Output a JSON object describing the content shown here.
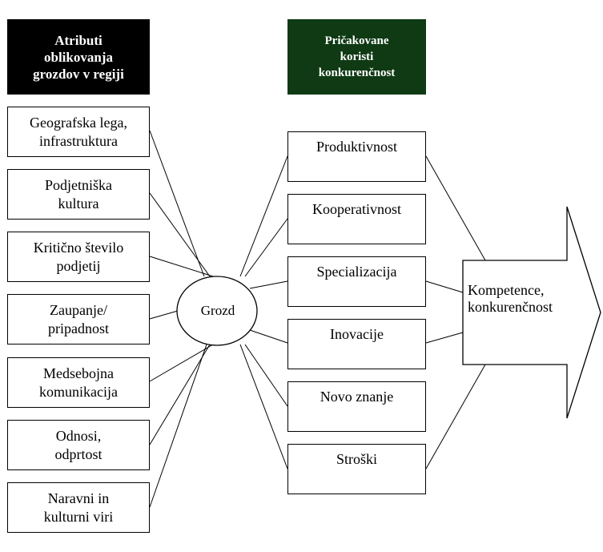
{
  "attributes_header": "Atributi\noblikovanja\ngrozdov v regiji",
  "benefits_header": "Pričakovane\nkoristi\nkonkurenčnost",
  "attributes": [
    "Geografska lega,\ninfrastruktura",
    "Podjetniška\nkultura",
    "Kritično število\npodjetij",
    "Zaupanje/\npripadnost",
    "Medsebojna\nkomunikacija",
    "Odnosi,\nodprtost",
    "Naravni in\nkulturni viri"
  ],
  "center": "Grozd",
  "benefits": [
    "Produktivnost",
    "Kooperativnost",
    "Specializacija",
    "Inovacije",
    "Novo znanje",
    "Stroški"
  ],
  "result": "Kompetence,\nkonkurenčnost",
  "colors": {
    "attributes_header_bg": "#000000",
    "benefits_header_bg": "#0f3a14",
    "header_text": "#ffffff",
    "line": "#000000"
  }
}
